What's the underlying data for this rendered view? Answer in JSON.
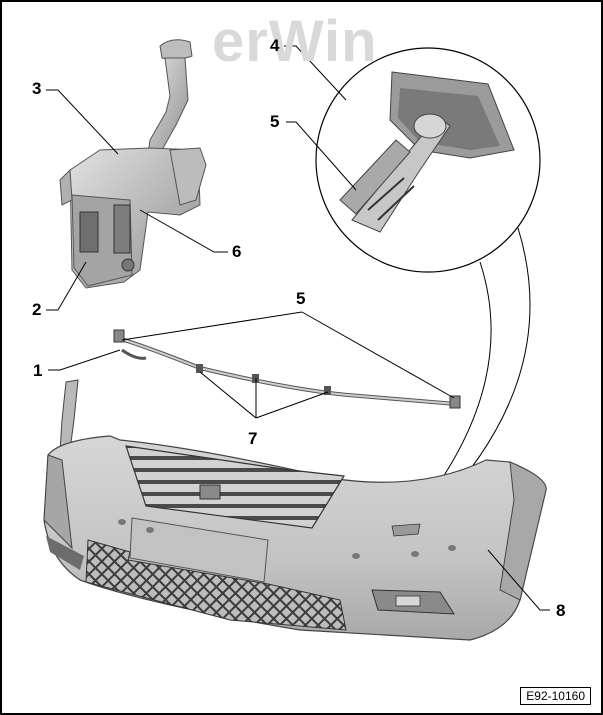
{
  "watermark": "erWin",
  "callouts": {
    "c1": "1",
    "c2": "2",
    "c3": "3",
    "c4": "4",
    "c5_detail": "5",
    "c5_main": "5",
    "c6": "6",
    "c7": "7",
    "c8": "8"
  },
  "document_id": "E92-10160",
  "colors": {
    "part_fill": "#c8c8c8",
    "part_dark": "#8a8a8a",
    "outline": "#000000",
    "watermark": "#d9d9d9"
  }
}
